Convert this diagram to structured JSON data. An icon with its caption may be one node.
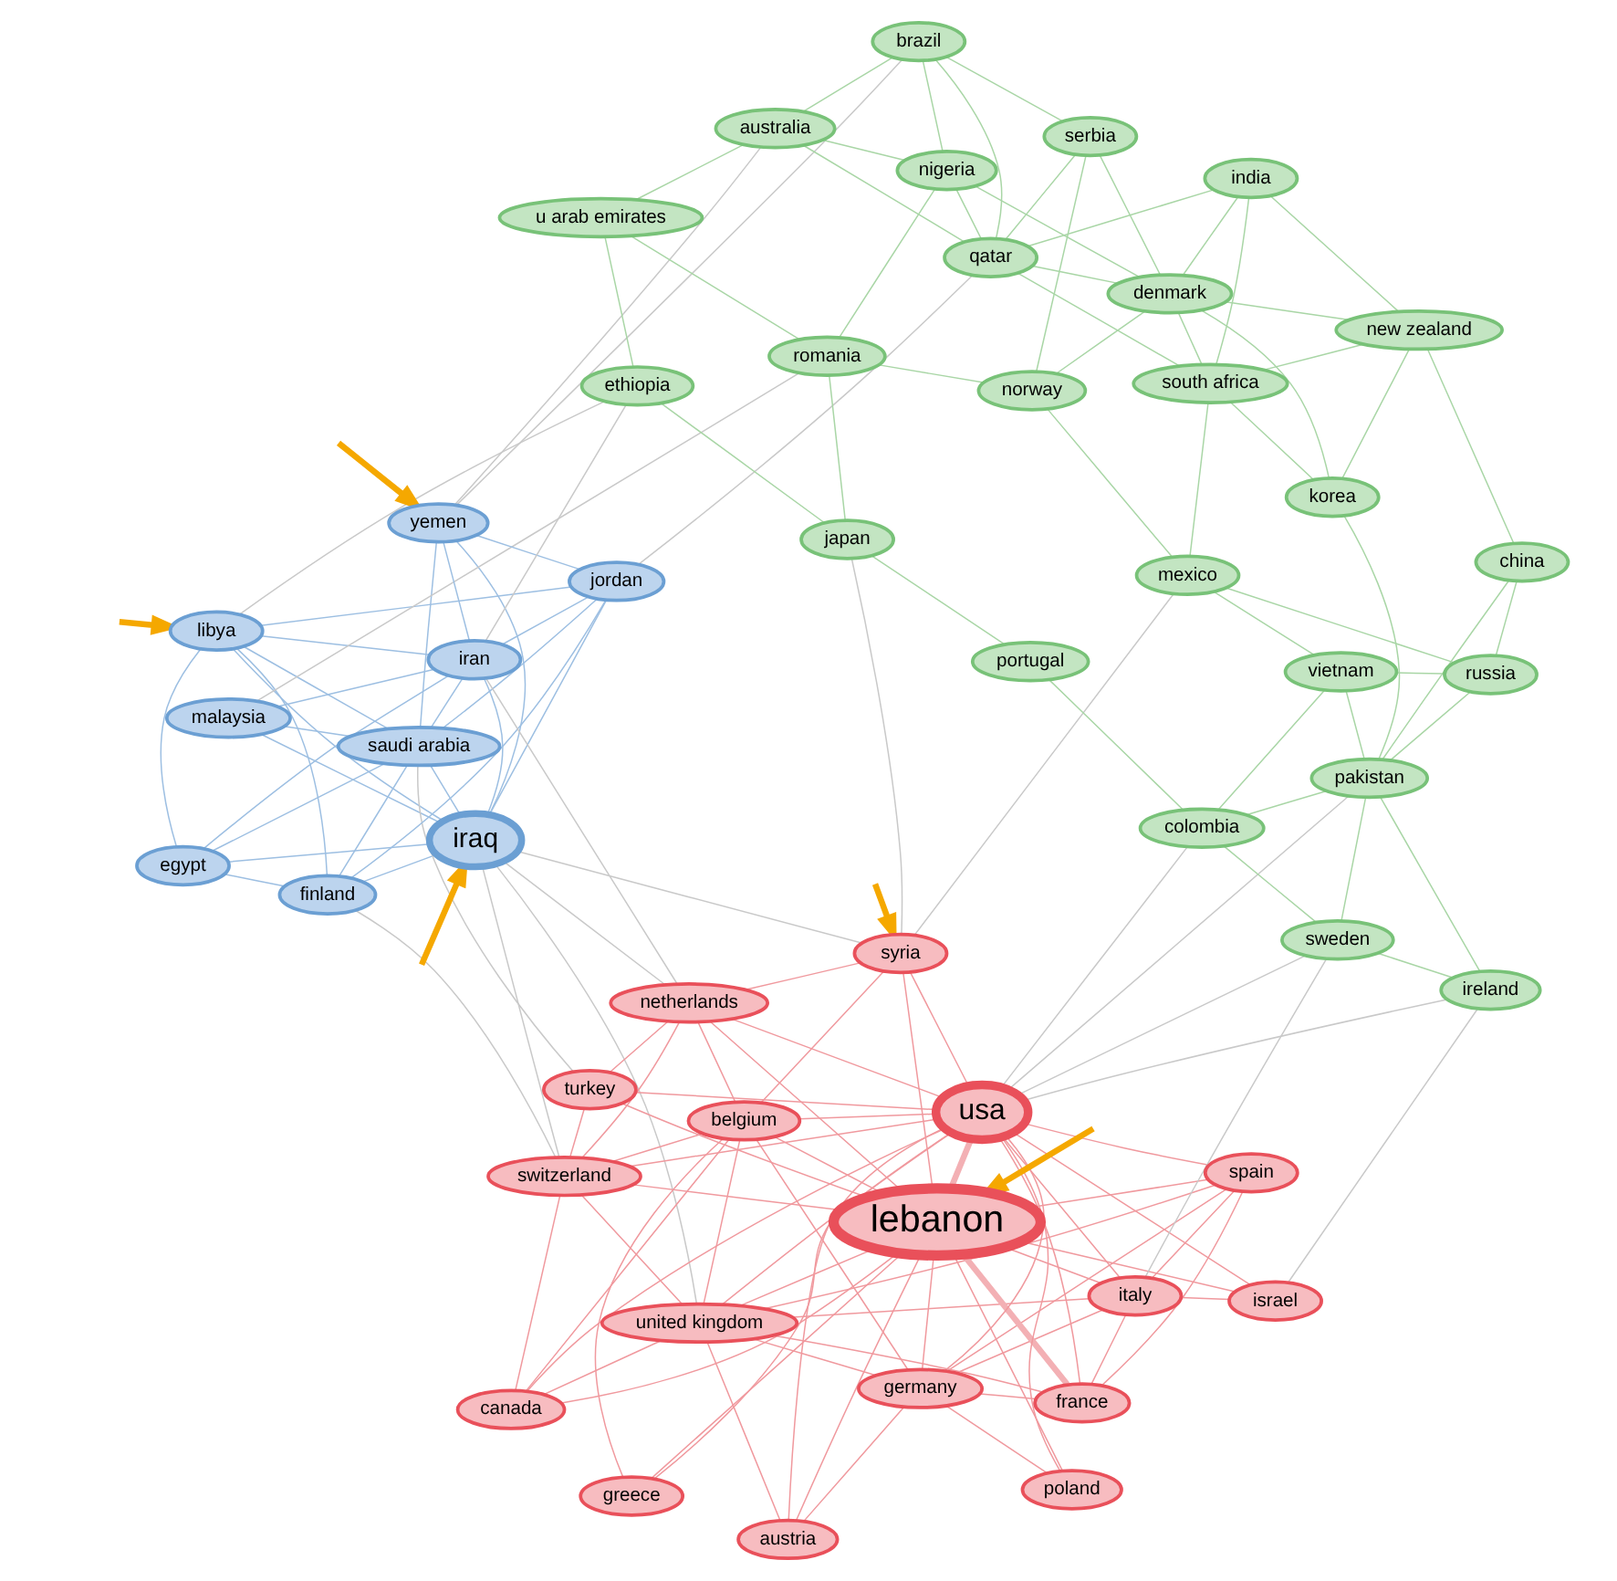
{
  "diagram": {
    "nodes": [
      {
        "text": [
          "iraq"
        ]
      },
      {
        "text": [
          "saudi arabia"
        ]
      },
      {
        "text": [
          "switzerland"
        ]
      },
      {
        "text": [
          "finland"
        ]
      },
      {
        "text": [
          "canada"
        ]
      },
      {
        "text": [
          "united kingdom"
        ]
      },
      {
        "text": [
          "egypt"
        ]
      },
      {
        "text": [
          "libya"
        ]
      },
      {
        "text": [
          "turkey"
        ]
      },
      {
        "text": [
          "austria"
        ]
      },
      {
        "text": [
          "france"
        ]
      },
      {
        "text": [
          "malaysia"
        ]
      },
      {
        "text": [
          "netherlands"
        ]
      },
      {
        "text": [
          "jordan"
        ]
      },
      {
        "text": [
          "iran"
        ]
      },
      {
        "text": [
          "belgium"
        ]
      },
      {
        "text": [
          "germany"
        ]
      },
      {
        "text": [
          "lebanon"
        ]
      },
      {
        "text": [
          "yemen"
        ]
      },
      {
        "text": [
          "syria"
        ]
      },
      {
        "text": [
          "greece"
        ]
      },
      {
        "text": [
          "poland"
        ]
      },
      {
        "text": [
          "spain"
        ]
      },
      {
        "text": [
          "ethiopia"
        ]
      },
      {
        "text": [
          "u arab emirates"
        ]
      },
      {
        "text": [
          "usa"
        ]
      },
      {
        "text": [
          "italy"
        ]
      },
      {
        "text": [
          "australia"
        ]
      },
      {
        "text": [
          "japan"
        ]
      },
      {
        "text": [
          "romania"
        ]
      },
      {
        "text": [
          "portugal"
        ]
      },
      {
        "text": [
          "israel"
        ]
      },
      {
        "text": [
          "nigeria"
        ]
      },
      {
        "text": [
          "brazil"
        ]
      },
      {
        "text": [
          "colombia"
        ]
      },
      {
        "text": [
          "norway"
        ]
      },
      {
        "text": [
          "mexico"
        ]
      },
      {
        "text": [
          "serbia"
        ]
      },
      {
        "text": [
          "vietnam"
        ]
      },
      {
        "text": [
          "sweden"
        ]
      },
      {
        "text": [
          "qatar"
        ]
      },
      {
        "text": [
          "south africa"
        ]
      },
      {
        "text": [
          "russia"
        ]
      },
      {
        "text": [
          "india"
        ]
      },
      {
        "text": [
          "ireland"
        ]
      },
      {
        "text": [
          "korea"
        ]
      },
      {
        "text": [
          "denmark"
        ]
      },
      {
        "text": [
          "pakistan"
        ]
      },
      {
        "text": [
          "china"
        ]
      },
      {
        "text": [
          "new zealand"
        ]
      }
    ],
    "edges": [
      {
        "from": 0,
        "to": 1,
        "arrow": "none",
        "color": "#9dbfe2"
      },
      {
        "from": 0,
        "to": 18,
        "arrow": "none",
        "color": "#9dbfe2"
      },
      {
        "from": 0,
        "to": 14,
        "arrow": "none",
        "color": "#9dbfe2"
      },
      {
        "from": 0,
        "to": 11,
        "arrow": "none",
        "color": "#9dbfe2"
      },
      {
        "from": 0,
        "to": 6,
        "arrow": "none",
        "color": "#9dbfe2"
      },
      {
        "from": 1,
        "to": 6,
        "arrow": "none",
        "color": "#9dbfe2"
      },
      {
        "from": 1,
        "to": 18,
        "arrow": "none",
        "color": "#9dbfe2"
      },
      {
        "from": 14,
        "to": 18,
        "arrow": "none",
        "color": "#9dbfe2"
      },
      {
        "from": 6,
        "to": 14,
        "arrow": "none",
        "color": "#9dbfe2"
      },
      {
        "from": 0,
        "to": 7,
        "arrow": "none",
        "color": "#9dbfe2"
      },
      {
        "from": 0,
        "to": 3,
        "arrow": "none",
        "color": "#9dbfe2"
      },
      {
        "from": 0,
        "to": 13,
        "arrow": "none",
        "color": "#9dbfe2"
      },
      {
        "from": 1,
        "to": 3,
        "arrow": "none",
        "color": "#9dbfe2"
      },
      {
        "from": 1,
        "to": 7,
        "arrow": "none",
        "color": "#9dbfe2"
      },
      {
        "from": 1,
        "to": 13,
        "arrow": "none",
        "color": "#9dbfe2"
      },
      {
        "from": 1,
        "to": 14,
        "arrow": "none",
        "color": "#9dbfe2"
      },
      {
        "from": 1,
        "to": 11,
        "arrow": "none",
        "color": "#9dbfe2"
      },
      {
        "from": 3,
        "to": 7,
        "arrow": "none",
        "color": "#9dbfe2"
      },
      {
        "from": 7,
        "to": 13,
        "arrow": "none",
        "color": "#9dbfe2"
      },
      {
        "from": 13,
        "to": 18,
        "arrow": "none",
        "color": "#9dbfe2"
      },
      {
        "from": 7,
        "to": 6,
        "arrow": "none",
        "color": "#9dbfe2"
      },
      {
        "from": 13,
        "to": 14,
        "arrow": "none",
        "color": "#9dbfe2"
      },
      {
        "from": 3,
        "to": 6,
        "arrow": "none",
        "color": "#9dbfe2"
      },
      {
        "from": 7,
        "to": 14,
        "arrow": "none",
        "color": "#9dbfe2"
      },
      {
        "from": 3,
        "to": 13,
        "arrow": "none",
        "color": "#9dbfe2"
      },
      {
        "from": 11,
        "to": 14,
        "arrow": "none",
        "color": "#9dbfe2"
      },
      {
        "from": 17,
        "to": 2,
        "arrow": "none",
        "color": "#f0999e"
      },
      {
        "from": 17,
        "to": 4,
        "arrow": "none",
        "color": "#f0999e"
      },
      {
        "from": 17,
        "to": 5,
        "arrow": "none",
        "color": "#f0999e"
      },
      {
        "from": 17,
        "to": 8,
        "arrow": "none",
        "color": "#f0999e"
      },
      {
        "from": 17,
        "to": 9,
        "arrow": "none",
        "color": "#f0999e"
      },
      {
        "from": 17,
        "to": 10,
        "arrow": "none",
        "style": "thick",
        "color": "#f3b0b4"
      },
      {
        "from": 17,
        "to": 12,
        "arrow": "none",
        "color": "#f0999e"
      },
      {
        "from": 17,
        "to": 15,
        "arrow": "none",
        "color": "#f0999e"
      },
      {
        "from": 17,
        "to": 16,
        "arrow": "none",
        "color": "#f0999e"
      },
      {
        "from": 17,
        "to": 19,
        "arrow": "none",
        "color": "#f0999e"
      },
      {
        "from": 17,
        "to": 20,
        "arrow": "none",
        "color": "#f0999e"
      },
      {
        "from": 17,
        "to": 21,
        "arrow": "none",
        "color": "#f0999e"
      },
      {
        "from": 17,
        "to": 22,
        "arrow": "none",
        "color": "#f0999e"
      },
      {
        "from": 17,
        "to": 25,
        "arrow": "none",
        "style": "thick",
        "color": "#f3b0b4"
      },
      {
        "from": 17,
        "to": 26,
        "arrow": "none",
        "color": "#f0999e"
      },
      {
        "from": 17,
        "to": 31,
        "arrow": "none",
        "color": "#f0999e"
      },
      {
        "from": 25,
        "to": 2,
        "arrow": "none",
        "color": "#f0999e"
      },
      {
        "from": 25,
        "to": 4,
        "arrow": "none",
        "color": "#f0999e"
      },
      {
        "from": 25,
        "to": 5,
        "arrow": "none",
        "color": "#f0999e"
      },
      {
        "from": 25,
        "to": 8,
        "arrow": "none",
        "color": "#f0999e"
      },
      {
        "from": 25,
        "to": 9,
        "arrow": "none",
        "color": "#f0999e"
      },
      {
        "from": 25,
        "to": 10,
        "arrow": "none",
        "color": "#f0999e"
      },
      {
        "from": 25,
        "to": 12,
        "arrow": "none",
        "color": "#f0999e"
      },
      {
        "from": 25,
        "to": 15,
        "arrow": "none",
        "color": "#f0999e"
      },
      {
        "from": 25,
        "to": 16,
        "arrow": "none",
        "color": "#f0999e"
      },
      {
        "from": 25,
        "to": 19,
        "arrow": "none",
        "color": "#f0999e"
      },
      {
        "from": 25,
        "to": 20,
        "arrow": "none",
        "color": "#f0999e"
      },
      {
        "from": 25,
        "to": 21,
        "arrow": "none",
        "color": "#f0999e"
      },
      {
        "from": 25,
        "to": 22,
        "arrow": "none",
        "color": "#f0999e"
      },
      {
        "from": 25,
        "to": 26,
        "arrow": "none",
        "color": "#f0999e"
      },
      {
        "from": 25,
        "to": 31,
        "arrow": "none",
        "color": "#f0999e"
      },
      {
        "from": 5,
        "to": 2,
        "arrow": "none",
        "color": "#f0999e"
      },
      {
        "from": 5,
        "to": 4,
        "arrow": "none",
        "color": "#f0999e"
      },
      {
        "from": 5,
        "to": 9,
        "arrow": "none",
        "color": "#f0999e"
      },
      {
        "from": 5,
        "to": 10,
        "arrow": "none",
        "color": "#f0999e"
      },
      {
        "from": 5,
        "to": 16,
        "arrow": "none",
        "color": "#f0999e"
      },
      {
        "from": 5,
        "to": 22,
        "arrow": "none",
        "color": "#f0999e"
      },
      {
        "from": 5,
        "to": 26,
        "arrow": "none",
        "color": "#f0999e"
      },
      {
        "from": 5,
        "to": 15,
        "arrow": "none",
        "color": "#f0999e"
      },
      {
        "from": 2,
        "to": 4,
        "arrow": "none",
        "color": "#f0999e"
      },
      {
        "from": 2,
        "to": 8,
        "arrow": "none",
        "color": "#f0999e"
      },
      {
        "from": 2,
        "to": 12,
        "arrow": "none",
        "color": "#f0999e"
      },
      {
        "from": 2,
        "to": 15,
        "arrow": "none",
        "color": "#f0999e"
      },
      {
        "from": 10,
        "to": 22,
        "arrow": "none",
        "color": "#f0999e"
      },
      {
        "from": 10,
        "to": 26,
        "arrow": "none",
        "color": "#f0999e"
      },
      {
        "from": 10,
        "to": 16,
        "arrow": "none",
        "color": "#f0999e"
      },
      {
        "from": 15,
        "to": 16,
        "arrow": "none",
        "color": "#f0999e"
      },
      {
        "from": 12,
        "to": 15,
        "arrow": "none",
        "color": "#f0999e"
      },
      {
        "from": 8,
        "to": 12,
        "arrow": "none",
        "color": "#f0999e"
      },
      {
        "from": 12,
        "to": 19,
        "arrow": "none",
        "color": "#f0999e"
      },
      {
        "from": 19,
        "to": 15,
        "arrow": "none",
        "color": "#f0999e"
      },
      {
        "from": 22,
        "to": 26,
        "arrow": "none",
        "color": "#f0999e"
      },
      {
        "from": 26,
        "to": 31,
        "arrow": "none",
        "color": "#f0999e"
      },
      {
        "from": 16,
        "to": 26,
        "arrow": "none",
        "color": "#f0999e"
      },
      {
        "from": 16,
        "to": 22,
        "arrow": "none",
        "color": "#f0999e"
      },
      {
        "from": 20,
        "to": 15,
        "arrow": "none",
        "color": "#f0999e"
      },
      {
        "from": 21,
        "to": 16,
        "arrow": "none",
        "color": "#f0999e"
      },
      {
        "from": 9,
        "to": 16,
        "arrow": "none",
        "color": "#f0999e"
      },
      {
        "from": 4,
        "to": 15,
        "arrow": "none",
        "color": "#f0999e"
      },
      {
        "from": 46,
        "to": 43,
        "arrow": "none",
        "color": "#a9d6a6"
      },
      {
        "from": 46,
        "to": 45,
        "arrow": "none",
        "color": "#a9d6a6"
      },
      {
        "from": 46,
        "to": 49,
        "arrow": "none",
        "color": "#a9d6a6"
      },
      {
        "from": 46,
        "to": 40,
        "arrow": "none",
        "color": "#a9d6a6"
      },
      {
        "from": 46,
        "to": 41,
        "arrow": "none",
        "color": "#a9d6a6"
      },
      {
        "from": 46,
        "to": 37,
        "arrow": "none",
        "color": "#a9d6a6"
      },
      {
        "from": 46,
        "to": 35,
        "arrow": "none",
        "color": "#a9d6a6"
      },
      {
        "from": 46,
        "to": 32,
        "arrow": "none",
        "color": "#a9d6a6"
      },
      {
        "from": 40,
        "to": 33,
        "arrow": "none",
        "color": "#a9d6a6"
      },
      {
        "from": 40,
        "to": 43,
        "arrow": "none",
        "color": "#a9d6a6"
      },
      {
        "from": 40,
        "to": 37,
        "arrow": "none",
        "color": "#a9d6a6"
      },
      {
        "from": 40,
        "to": 27,
        "arrow": "none",
        "color": "#a9d6a6"
      },
      {
        "from": 40,
        "to": 32,
        "arrow": "none",
        "color": "#a9d6a6"
      },
      {
        "from": 40,
        "to": 41,
        "arrow": "none",
        "color": "#a9d6a6"
      },
      {
        "from": 47,
        "to": 48,
        "arrow": "none",
        "color": "#a9d6a6"
      },
      {
        "from": 47,
        "to": 44,
        "arrow": "none",
        "color": "#a9d6a6"
      },
      {
        "from": 47,
        "to": 42,
        "arrow": "none",
        "color": "#a9d6a6"
      },
      {
        "from": 47,
        "to": 39,
        "arrow": "none",
        "color": "#a9d6a6"
      },
      {
        "from": 47,
        "to": 38,
        "arrow": "none",
        "color": "#a9d6a6"
      },
      {
        "from": 47,
        "to": 34,
        "arrow": "none",
        "color": "#a9d6a6"
      },
      {
        "from": 47,
        "to": 45,
        "arrow": "none",
        "color": "#a9d6a6"
      },
      {
        "from": 49,
        "to": 48,
        "arrow": "none",
        "color": "#a9d6a6"
      },
      {
        "from": 49,
        "to": 45,
        "arrow": "none",
        "color": "#a9d6a6"
      },
      {
        "from": 49,
        "to": 43,
        "arrow": "none",
        "color": "#a9d6a6"
      },
      {
        "from": 49,
        "to": 41,
        "arrow": "none",
        "color": "#a9d6a6"
      },
      {
        "from": 33,
        "to": 27,
        "arrow": "none",
        "color": "#a9d6a6"
      },
      {
        "from": 33,
        "to": 32,
        "arrow": "none",
        "color": "#a9d6a6"
      },
      {
        "from": 33,
        "to": 37,
        "arrow": "none",
        "color": "#a9d6a6"
      },
      {
        "from": 27,
        "to": 32,
        "arrow": "none",
        "color": "#a9d6a6"
      },
      {
        "from": 27,
        "to": 24,
        "arrow": "none",
        "color": "#a9d6a6"
      },
      {
        "from": 24,
        "to": 23,
        "arrow": "none",
        "color": "#a9d6a6"
      },
      {
        "from": 24,
        "to": 29,
        "arrow": "none",
        "color": "#a9d6a6"
      },
      {
        "from": 23,
        "to": 28,
        "arrow": "none",
        "color": "#a9d6a6"
      },
      {
        "from": 28,
        "to": 29,
        "arrow": "none",
        "color": "#a9d6a6"
      },
      {
        "from": 29,
        "to": 35,
        "arrow": "none",
        "color": "#a9d6a6"
      },
      {
        "from": 35,
        "to": 36,
        "arrow": "none",
        "color": "#a9d6a6"
      },
      {
        "from": 36,
        "to": 38,
        "arrow": "none",
        "color": "#a9d6a6"
      },
      {
        "from": 38,
        "to": 34,
        "arrow": "none",
        "color": "#a9d6a6"
      },
      {
        "from": 34,
        "to": 30,
        "arrow": "none",
        "color": "#a9d6a6"
      },
      {
        "from": 30,
        "to": 28,
        "arrow": "none",
        "color": "#a9d6a6"
      },
      {
        "from": 36,
        "to": 41,
        "arrow": "none",
        "color": "#a9d6a6"
      },
      {
        "from": 41,
        "to": 45,
        "arrow": "none",
        "color": "#a9d6a6"
      },
      {
        "from": 42,
        "to": 48,
        "arrow": "none",
        "color": "#a9d6a6"
      },
      {
        "from": 42,
        "to": 38,
        "arrow": "none",
        "color": "#a9d6a6"
      },
      {
        "from": 44,
        "to": 39,
        "arrow": "none",
        "color": "#a9d6a6"
      },
      {
        "from": 34,
        "to": 39,
        "arrow": "none",
        "color": "#a9d6a6"
      },
      {
        "from": 37,
        "to": 35,
        "arrow": "none",
        "color": "#a9d6a6"
      },
      {
        "from": 43,
        "to": 41,
        "arrow": "none",
        "color": "#a9d6a6"
      },
      {
        "from": 32,
        "to": 29,
        "arrow": "none",
        "color": "#a9d6a6"
      },
      {
        "from": 36,
        "to": 42,
        "arrow": "none",
        "color": "#a9d6a6"
      },
      {
        "from": 0,
        "to": 2,
        "arrow": "none"
      },
      {
        "from": 0,
        "to": 5,
        "arrow": "none"
      },
      {
        "from": 0,
        "to": 12,
        "arrow": "none"
      },
      {
        "from": 0,
        "to": 19,
        "arrow": "none"
      },
      {
        "from": 25,
        "to": 39,
        "arrow": "none"
      },
      {
        "from": 25,
        "to": 47,
        "arrow": "none"
      },
      {
        "from": 25,
        "to": 44,
        "arrow": "none"
      },
      {
        "from": 18,
        "to": 33,
        "arrow": "none"
      },
      {
        "from": 18,
        "to": 27,
        "arrow": "none"
      },
      {
        "from": 13,
        "to": 40,
        "arrow": "none"
      },
      {
        "from": 7,
        "to": 23,
        "arrow": "none"
      },
      {
        "from": 14,
        "to": 23,
        "arrow": "none"
      },
      {
        "from": 19,
        "to": 28,
        "arrow": "none"
      },
      {
        "from": 1,
        "to": 8,
        "arrow": "none"
      },
      {
        "from": 12,
        "to": 14,
        "arrow": "none"
      },
      {
        "from": 25,
        "to": 34,
        "arrow": "none"
      },
      {
        "from": 26,
        "to": 39,
        "arrow": "none"
      },
      {
        "from": 31,
        "to": 44,
        "arrow": "none"
      },
      {
        "from": 19,
        "to": 36,
        "arrow": "none"
      },
      {
        "from": 11,
        "to": 29,
        "arrow": "none"
      },
      {
        "from": 3,
        "to": 2,
        "arrow": "none"
      },
      {
        "from": null,
        "to": 0,
        "arrow": "to",
        "style": "thick",
        "color": "#f5a800"
      },
      {
        "from": null,
        "to": 7,
        "arrow": "to",
        "style": "thick",
        "color": "#f5a800"
      },
      {
        "from": null,
        "to": 18,
        "arrow": "to",
        "style": "thick",
        "color": "#f5a800"
      },
      {
        "from": null,
        "to": 19,
        "arrow": "to",
        "style": "thick",
        "color": "#f5a800"
      },
      {
        "from": null,
        "to": 17,
        "arrow": "to",
        "style": "thick",
        "color": "#f5a800"
      }
    ]
  }
}
